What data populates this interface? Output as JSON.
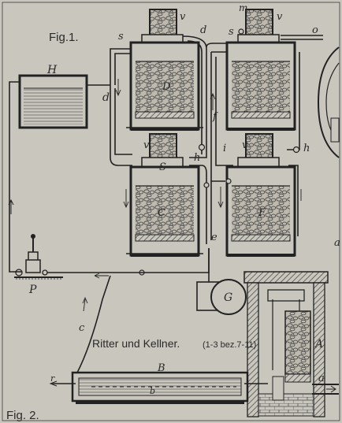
{
  "figure": {
    "fig1_label": "Fig.1.",
    "fig2_label": "Fig. 2.",
    "caption": "Ritter und Kellner.",
    "caption_sub": "(1-3 bez.7-11)"
  },
  "letters": {
    "H": "H",
    "P": "P",
    "d": "d",
    "s1": "s",
    "v1": "v",
    "d1": "d",
    "D": "D",
    "f": "f",
    "i": "i",
    "v2": "v",
    "S2": "S",
    "h1": "h",
    "C": "C",
    "e": "e",
    "G": "G",
    "m": "m",
    "s3": "s",
    "v3": "v",
    "o": "o",
    "v4": "v",
    "h2": "h",
    "F": "F",
    "a_side": "a",
    "A": "A",
    "a_bottom": "a",
    "B": "B",
    "b": "b",
    "c": "c",
    "r": "r"
  }
}
